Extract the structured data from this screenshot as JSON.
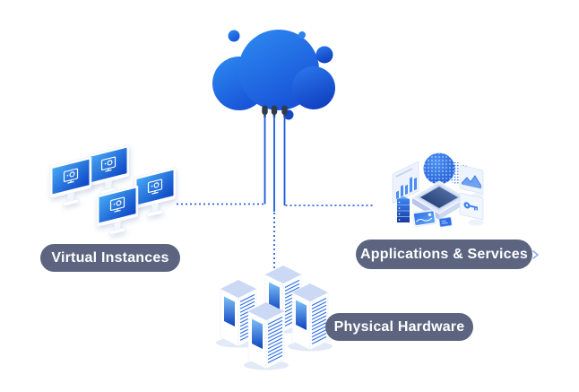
{
  "labels": {
    "virtual_instances": "Virtual Instances",
    "applications_services": "Applications & Services",
    "physical_hardware": "Physical Hardware"
  },
  "colors": {
    "background": "#ffffff",
    "accent_blue": "#1f62e0",
    "dotted_line_blue": "#2e63e4",
    "pill_background": "#5c6480",
    "pill_text": "#ffffff",
    "cloud_gradient_top": "#2e8bf1",
    "cloud_gradient_bottom": "#1854d8"
  },
  "icons": {
    "center": "cloud-icon",
    "left": "virtual-instances-monitors-icon",
    "right": "applications-services-isometric-icon",
    "bottom": "server-towers-icon",
    "pill_caret": "chevron-right-icon"
  },
  "connections": [
    {
      "from": "cloud",
      "to": "virtual-instances",
      "style": "solid-cable-then-dotted"
    },
    {
      "from": "cloud",
      "to": "applications-services",
      "style": "solid-cable-then-dotted"
    },
    {
      "from": "cloud",
      "to": "physical-hardware",
      "style": "solid-cable-then-dotted"
    }
  ]
}
